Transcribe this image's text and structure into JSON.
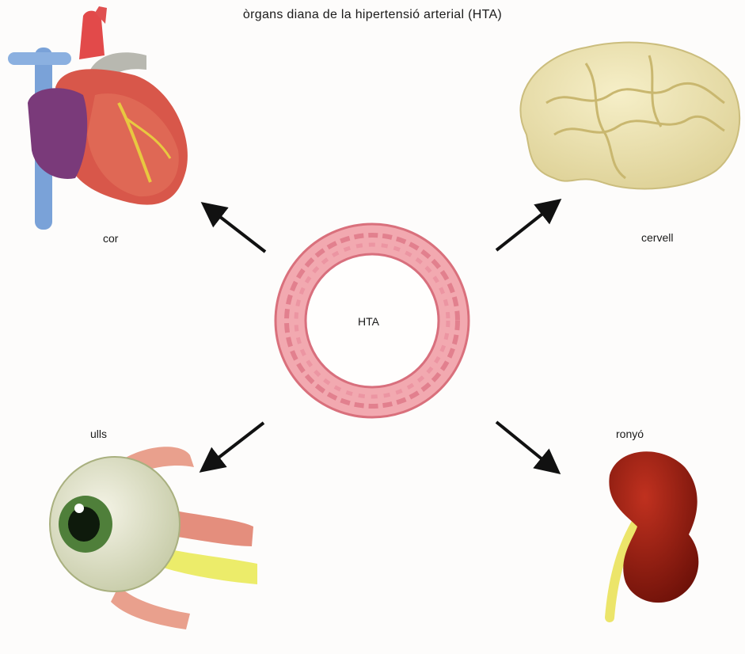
{
  "title": "òrgans diana de la hipertensió arterial (HTA)",
  "center": {
    "label": "HTA"
  },
  "organs": {
    "heart": {
      "label": "cor"
    },
    "brain": {
      "label": "cervell"
    },
    "eyes": {
      "label": "ulls"
    },
    "kidney": {
      "label": "ronyó"
    }
  }
}
